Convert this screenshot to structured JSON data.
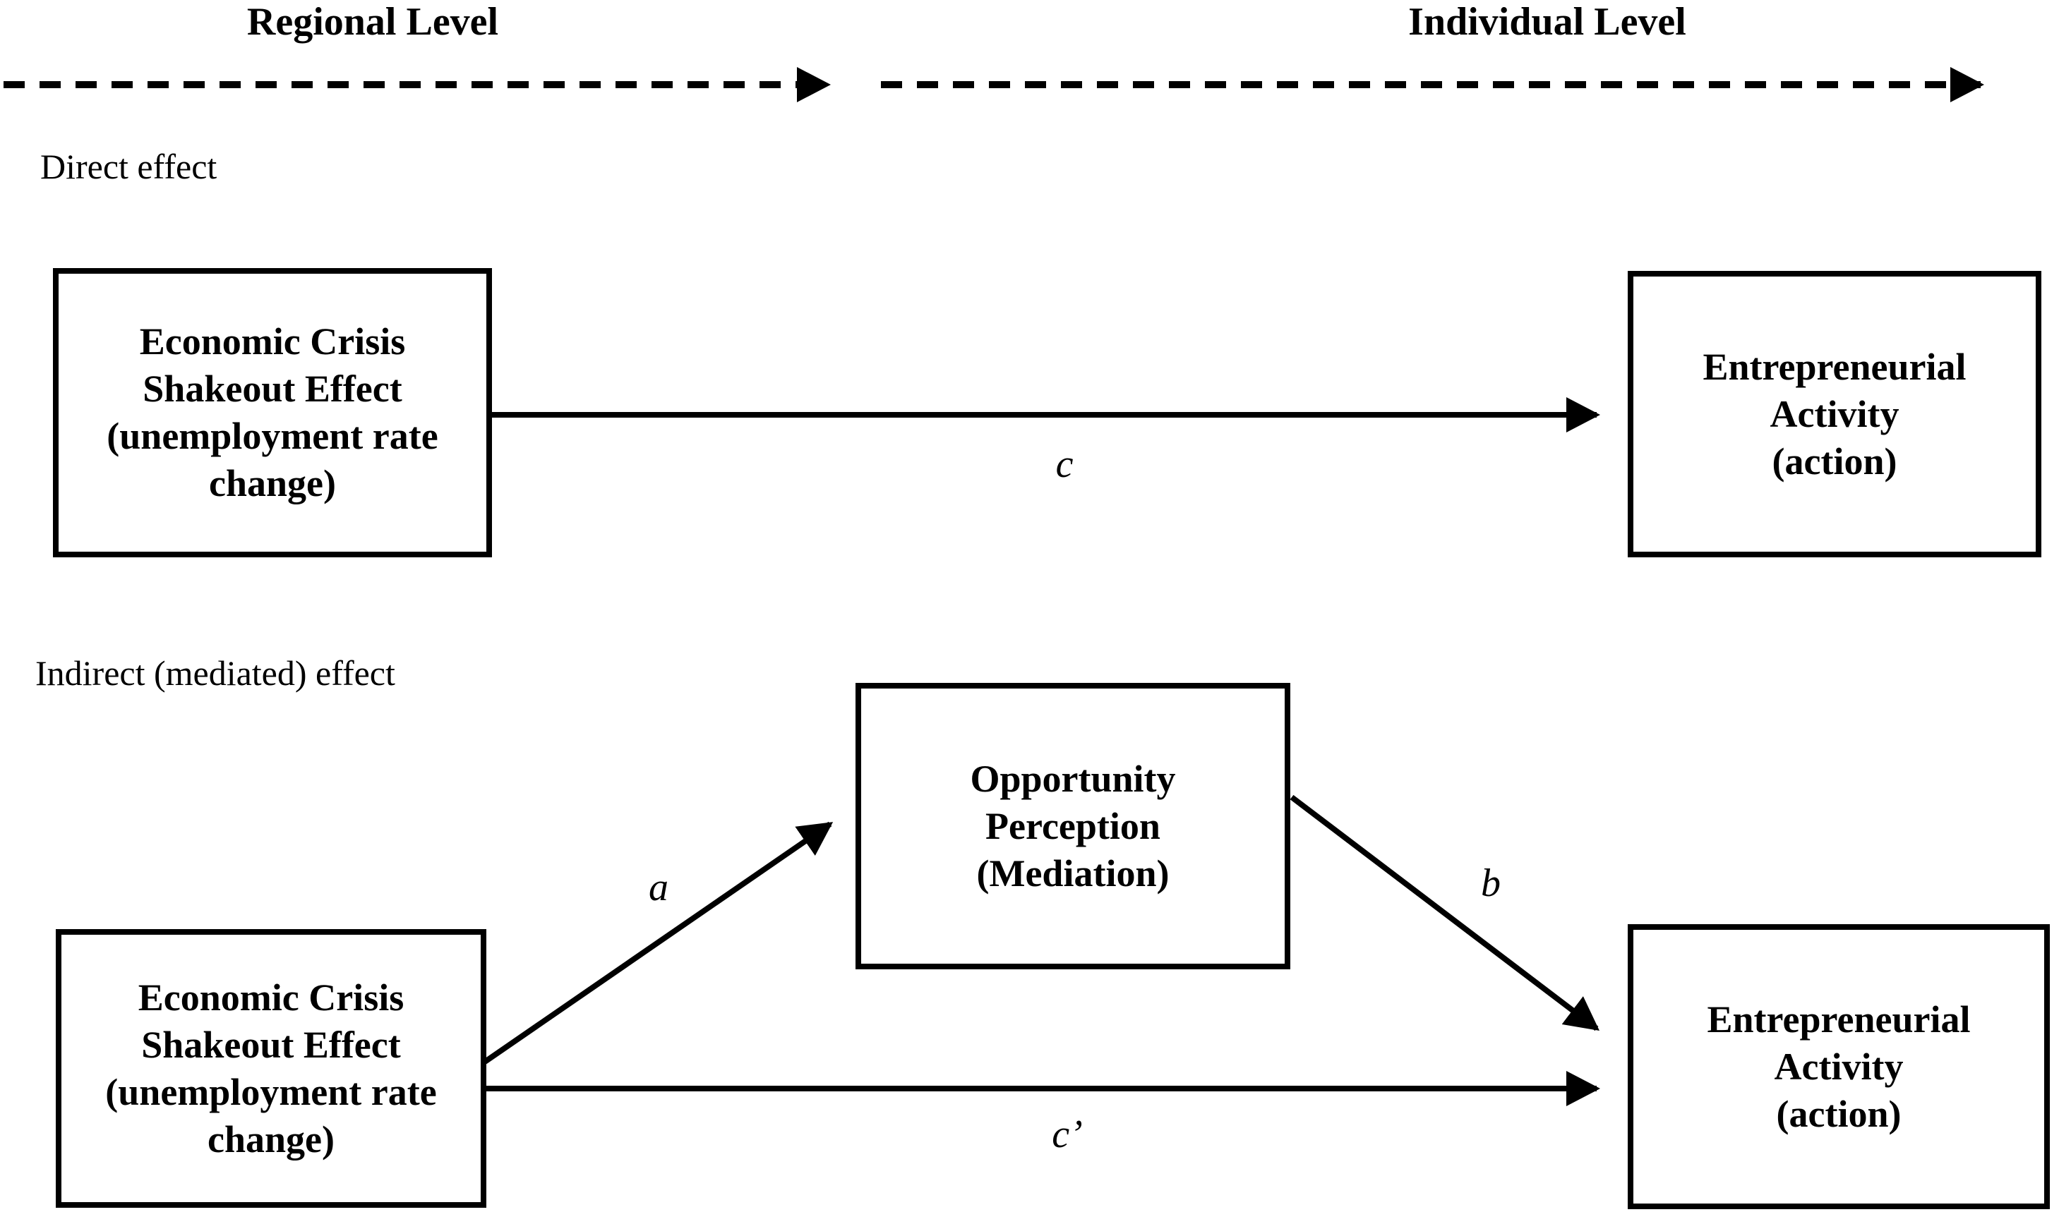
{
  "figure": {
    "type": "mediation-model-diagram",
    "colors": {
      "ink": "#000000",
      "background": "#ffffff"
    }
  },
  "axis": {
    "left_label": "Regional Level",
    "right_label": "Individual Level"
  },
  "direct_section": {
    "title": "Direct effect",
    "predictor_box": "Economic Crisis\nShakeout Effect\n(unemployment rate\nchange)",
    "outcome_box": "Entrepreneurial\nActivity\n(action)",
    "path_c_label": "c"
  },
  "indirect_section": {
    "title": "Indirect (mediated) effect",
    "predictor_box": "Economic Crisis\nShakeout Effect\n(unemployment rate\nchange)",
    "mediator_box": "Opportunity\nPerception\n(Mediation)",
    "outcome_box": "Entrepreneurial\nActivity\n(action)",
    "path_a_label": "a",
    "path_b_label": "b",
    "path_c_prime_label": "c’"
  }
}
